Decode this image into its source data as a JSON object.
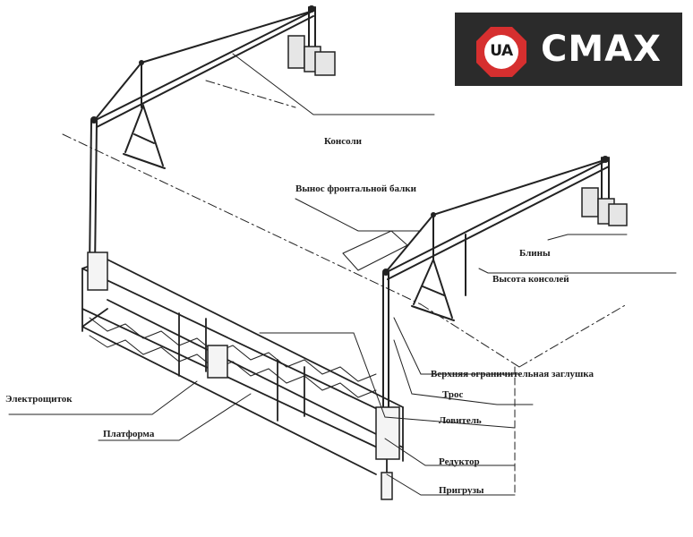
{
  "logo": {
    "badge_text": "UA",
    "word": "CMAX",
    "bg_color": "#2b2b2b",
    "accent_color": "#d62f2f"
  },
  "labels": {
    "konsoli": "Консоли",
    "vynos": "Вынос фронтальной балки",
    "bliny": "Блины",
    "vysota": "Высота консолей",
    "zaglushka": "Верхняя ограничительная заглушка",
    "tros": "Трос",
    "lovitel": "Ловитель",
    "elektroshchitok": "Электрощиток",
    "platforma": "Платформа",
    "reduktor": "Редуктор",
    "prigruzy": "Пригрузы"
  }
}
